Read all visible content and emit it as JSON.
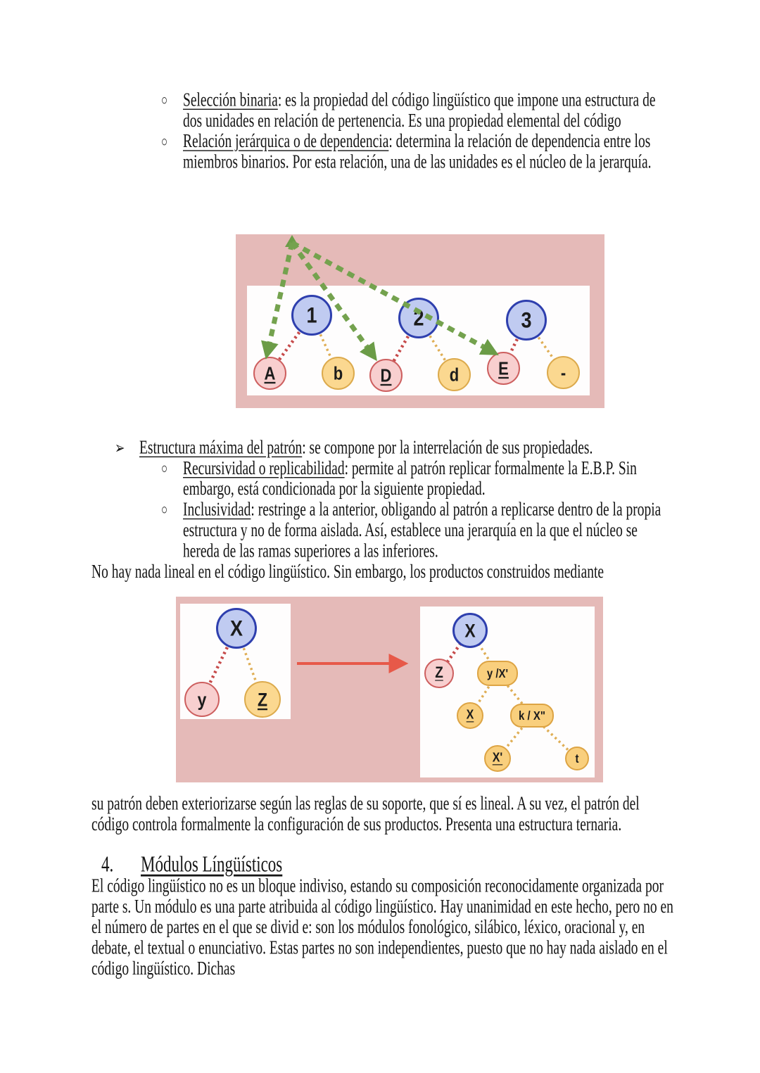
{
  "bullets_section": {
    "marker": "○",
    "items": [
      {
        "term": "Selección binaria",
        "desc": ": es la propiedad del código lingüístico que impone una estructura de dos unidades en relación de pertenencia. Es una propiedad elemental del código"
      },
      {
        "term": "Relación jerárquica o de dependencia",
        "desc": ": determina la relación de dependencia entre los miembros binarios. Por esta relación, una de las unidades es el núcleo de la jerarquía."
      }
    ]
  },
  "diagram1": {
    "top_nodes": [
      {
        "label": "1"
      },
      {
        "label": "2"
      },
      {
        "label": "3"
      }
    ],
    "bottom_nodes": [
      {
        "label": "A"
      },
      {
        "label": "b"
      },
      {
        "label": "D"
      },
      {
        "label": "d"
      },
      {
        "label": "E"
      },
      {
        "label": "-"
      }
    ]
  },
  "pattern_section": {
    "arrow_marker": "➢",
    "circle_marker": "○",
    "term": "Estructura máxima del patrón",
    "desc": ": se compone por la interrelación de sus propiedades.",
    "items": [
      {
        "term": "Recursividad o replicabilidad",
        "desc": ": permite al patrón replicar formalmente la E.B.P. Sin embargo, está condicionada por la siguiente propiedad."
      },
      {
        "term": "Inclusividad",
        "desc": ": restringe a la anterior, obligando al patrón a replicarse dentro de la propia estructura y no de forma aislada. Así, establece una jerarquía en la que el núcleo se hereda de las ramas superiores a las inferiores."
      }
    ],
    "closing_line": "No hay nada lineal en el código lingüístico. Sin embargo, los productos construidos mediante"
  },
  "diagram2": {
    "left_nodes": [
      {
        "label": "X"
      },
      {
        "label": "y"
      },
      {
        "label": "Z"
      }
    ],
    "right_nodes": [
      {
        "label": "X"
      },
      {
        "label": "Z"
      },
      {
        "label": "y /X'"
      },
      {
        "label": "X"
      },
      {
        "label": "k / X\""
      },
      {
        "label": "X'"
      },
      {
        "label": "t"
      }
    ]
  },
  "support_paragraph": "su patrón deben exteriorizarse según las reglas de su soporte, que sí es lineal. A su vez, el patrón del código controla formalmente la configuración de sus productos. Presenta una estructura ternaria.",
  "section_heading": {
    "number": "4.",
    "title": "Módulos Língüísticos"
  },
  "modules_paragraph": "El código lingüístico no es un bloque indiviso, estando su composición reconocidamente organizada por parte s. Un módulo es una parte atribuida al código lingüístico. Hay unanimidad en este hecho, pero no en el número de partes en el que se divid e: son los módulos fonológico, silábico, léxico, oracional y, en debate, el textual o enunciativo. Estas partes no son independientes, puesto que no hay nada aislado en el código lingüístico. Dichas",
  "colors": {
    "diagram_background": "#e5bab8",
    "node_blue_fill": "#c0cbf1",
    "node_blue_border": "#2e3fae",
    "node_red_fill": "#f8cfcf",
    "node_red_border": "#cd5f5f",
    "node_orange_fill": "#fbd890",
    "node_orange_border": "#dcaa4c",
    "node_orange_deep_fill": "#f9cf7d",
    "node_orange_deep_border": "#dda444",
    "green_arrow": "#74a24e",
    "red_arrow": "#e75949",
    "red_link": "#c64a4a",
    "orange_link": "#dfae55"
  }
}
